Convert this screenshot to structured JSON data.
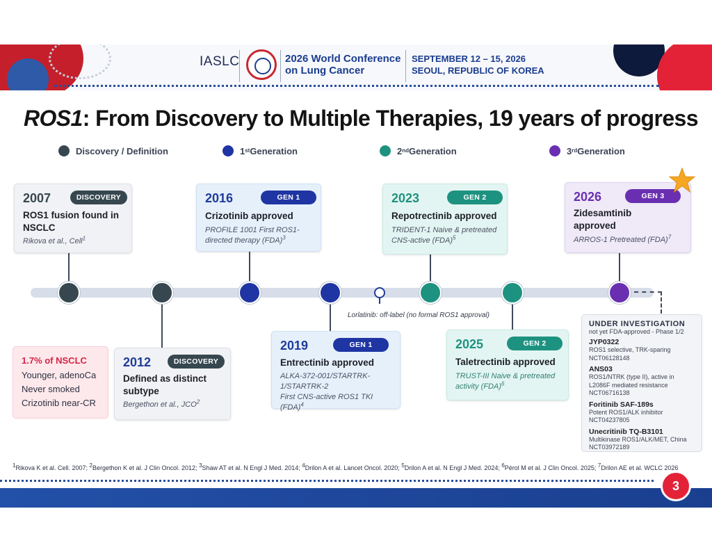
{
  "header": {
    "org": "IASLC",
    "conference_line1": "2026 World Conference",
    "conference_line2": "on Lung Cancer",
    "date_line1": "SEPTEMBER 12 – 15, 2026",
    "date_line2": "SEOUL, REPUBLIC OF KOREA"
  },
  "title": {
    "gene": "ROS1",
    "rest": ": From Discovery to Multiple Therapies, 19 years of progress"
  },
  "legend": [
    {
      "label": "Discovery / Definition",
      "sup": "",
      "suffix": "",
      "color": "#36474f"
    },
    {
      "label": "1",
      "sup": "st",
      "suffix": " Generation",
      "color": "#1f35a3"
    },
    {
      "label": "2",
      "sup": "nd",
      "suffix": " Generation",
      "color": "#1e9280"
    },
    {
      "label": "3",
      "sup": "rd",
      "suffix": " Generation",
      "color": "#6a2fb1"
    }
  ],
  "colors": {
    "discovery": "#36474f",
    "gen1": "#1f35a3",
    "gen2": "#1e9280",
    "gen3": "#6a2fb1",
    "accent_red": "#e32238"
  },
  "milestones": {
    "m2007": {
      "year": "2007",
      "badge": "DISCOVERY",
      "headline": "ROS1 fusion found in NSCLC",
      "detail": "Rikova et al., Cell",
      "ref": "1"
    },
    "m2012": {
      "year": "2012",
      "badge": "DISCOVERY",
      "headline": "Defined as distinct subtype",
      "detail": "Bergethon et al., JCO",
      "ref": "2"
    },
    "m2016": {
      "year": "2016",
      "badge": "GEN 1",
      "headline": "Crizotinib approved",
      "detail": "PROFILE 1001 First ROS1-directed therapy (FDA)",
      "ref": "3"
    },
    "m2019": {
      "year": "2019",
      "badge": "GEN 1",
      "headline": "Entrectinib approved",
      "detail_line1": "ALKA-372-001/STARTRK-1/STARTRK-2",
      "detail_line2": "First CNS-active ROS1 TKI (FDA)",
      "ref": "4"
    },
    "m2023": {
      "year": "2023",
      "badge": "GEN 2",
      "headline": "Repotrectinib approved",
      "detail": "TRIDENT-1 Naive & pretreated CNS-active (FDA)",
      "ref": "5"
    },
    "m2025": {
      "year": "2025",
      "badge": "GEN 2",
      "headline": "Taletrectinib approved",
      "detail": "TRUST-III Naive & pretreated activity (FDA)",
      "ref": "6"
    },
    "m2026": {
      "year": "2026",
      "badge": "GEN 3",
      "headline": "Zidesamtinib approved",
      "detail": "ARROS-1 Pretreated (FDA)",
      "ref": "7"
    }
  },
  "lorlatinib": "Lorlatinib: off-label (no formal ROS1 approval)",
  "stat": {
    "title": "1.7% of NSCLC",
    "lines": [
      "Younger, adenoCa",
      "Never smoked",
      "Crizotinib near-CR"
    ]
  },
  "investigation": {
    "title": "UNDER INVESTIGATION",
    "subtitle": "not yet FDA-approved - Phase 1/2",
    "items": [
      {
        "name": "JYP0322",
        "desc": "ROS1 selective, TRK-sparing NCT06128148"
      },
      {
        "name": "ANS03",
        "desc": "ROS1/NTRK (type II), active in L2086F mediated resistance NCT06716138"
      },
      {
        "name": "Foritinib SAF-189s",
        "desc": "Potent ROS1/ALK inhibitor NCT04237805"
      },
      {
        "name": "Unecritinib TQ-B3101",
        "desc": "Multikinase ROS1/ALK/MET, China NCT03972189"
      }
    ]
  },
  "references": [
    {
      "n": "1",
      "text": "Rikova K et al. Cell. 2007; "
    },
    {
      "n": "2",
      "text": "Bergethon K et al. J Clin Oncol. 2012; "
    },
    {
      "n": "3",
      "text": "Shaw AT et al. N Engl J Med. 2014; "
    },
    {
      "n": "4",
      "text": "Drilon A et al. Lancet Oncol. 2020; "
    },
    {
      "n": "5",
      "text": "Drilon A et al. N Engl J Med. 2024; "
    },
    {
      "n": "6",
      "text": "Pérol M et al. J Clin Oncol. 2025; "
    },
    {
      "n": "7",
      "text": "Drilon AE et al. WCLC 2026"
    }
  ],
  "page_number": "3"
}
